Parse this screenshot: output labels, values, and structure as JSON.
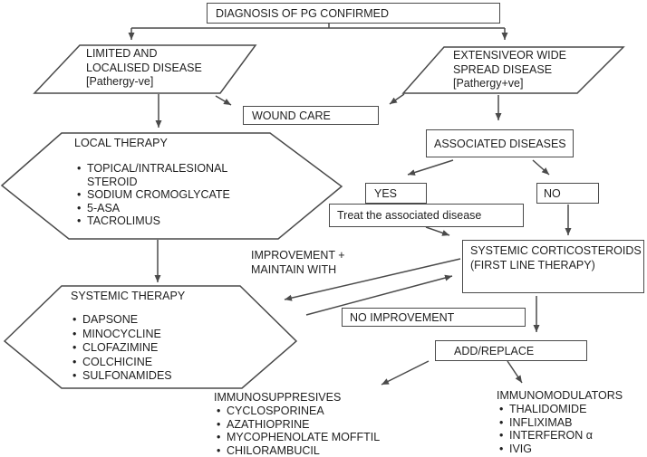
{
  "flowchart": {
    "diagnosis": "DIAGNOSIS OF PG CONFIRMED",
    "limited_disease": {
      "line1": "LIMITED AND",
      "line2": "LOCALISED DISEASE",
      "line3": "[Pathergy-ve]"
    },
    "extensive_disease": {
      "line1": "EXTENSIVEOR WIDE",
      "line2": "SPREAD DISEASE",
      "line3": "[Pathergy+ve]"
    },
    "wound_care": "WOUND CARE",
    "local_therapy": {
      "title": "LOCAL THERAPY",
      "items": [
        "TOPICAL/INTRALESIONAL STEROID",
        "SODIUM CROMOGLYCATE",
        "5-ASA",
        "TACROLIMUS"
      ]
    },
    "associated_diseases": "ASSOCIATED DISEASES",
    "yes_label": "YES",
    "no_label": "NO",
    "treat_associated": "Treat the associated disease",
    "systemic_corticosteroids": {
      "line1": "SYSTEMIC CORTICOSTEROIDS",
      "line2": "(FIRST LINE THERAPY)"
    },
    "improvement_note": {
      "line1": "IMPROVEMENT +",
      "line2": "MAINTAIN WITH"
    },
    "no_improvement": "NO IMPROVEMENT",
    "systemic_therapy": {
      "title": "SYSTEMIC THERAPY",
      "items": [
        "DAPSONE",
        "MINOCYCLINE",
        "CLOFAZIMINE",
        "COLCHICINE",
        "SULFONAMIDES"
      ]
    },
    "add_replace": "ADD/REPLACE",
    "immunosuppressives": {
      "title": "IMMUNOSUPPRESIVES",
      "items": [
        "CYCLOSPORINEA",
        "AZATHIOPRINE",
        "MYCOPHENOLATE MOFFTIL",
        "CHILORAMBUCIL"
      ]
    },
    "immunomodulators": {
      "title": "IMMUNOMODULATORS",
      "items": [
        "THALIDOMIDE",
        "INFLIXIMAB",
        "INTERFERON α",
        "IVIG"
      ]
    }
  },
  "colors": {
    "line": "#4a4a4a",
    "text": "#1f1f1f",
    "background": "#ffffff"
  }
}
